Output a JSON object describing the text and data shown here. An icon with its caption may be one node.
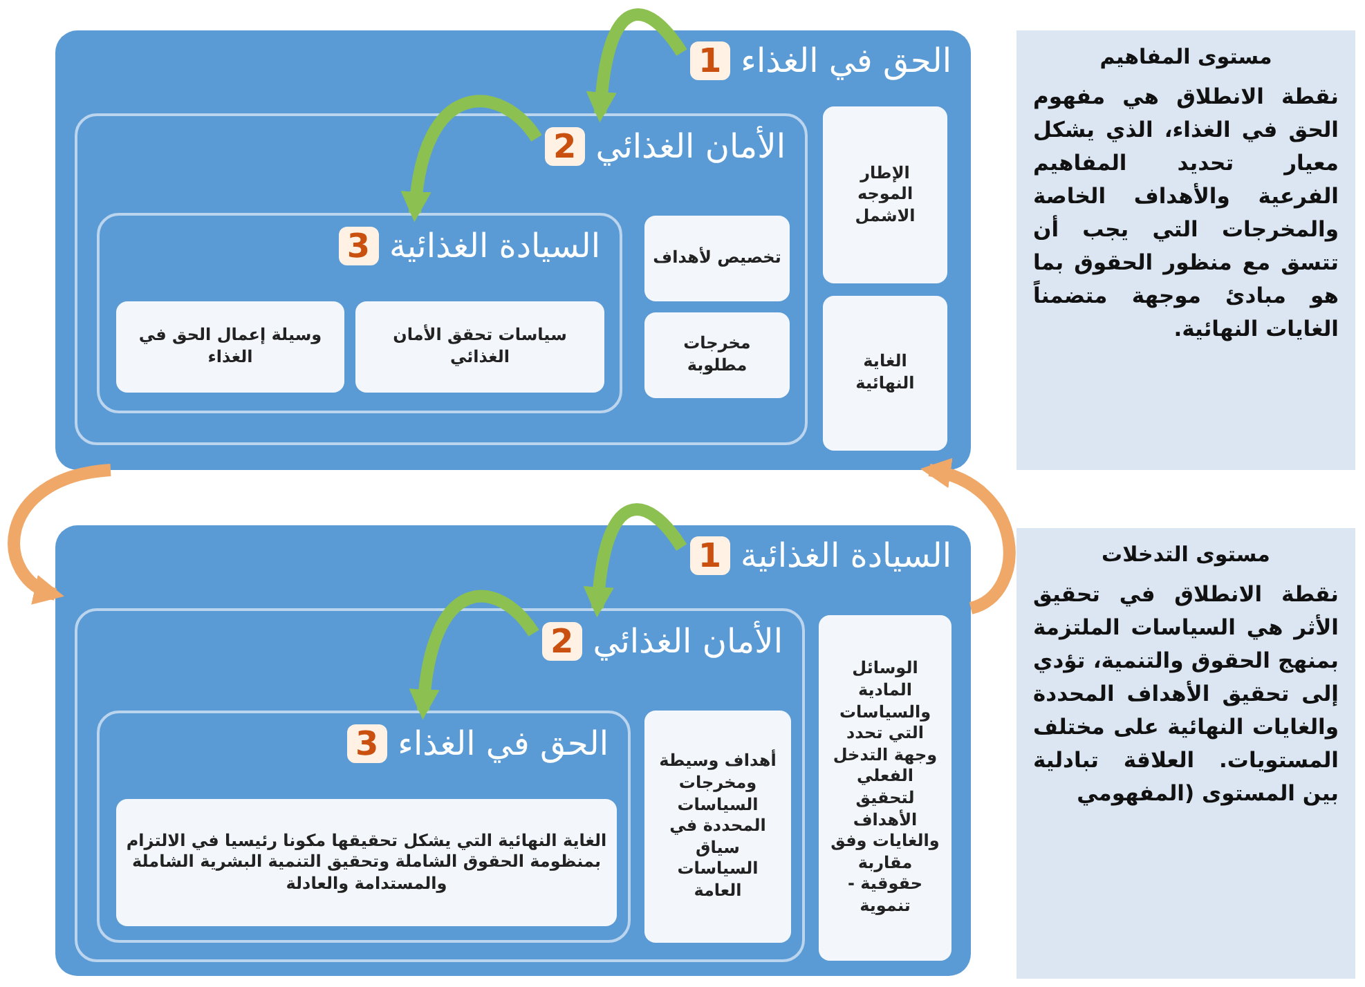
{
  "diagram": {
    "nodes": [
      {
        "text": [
          "الحق في الغذاء",
          "1"
        ]
      },
      {
        "text": [
          "الإطار الموجه الاشمل"
        ],
        "in": 0
      },
      {
        "text": [
          "الغاية النهائية"
        ],
        "in": 0
      },
      {
        "text": [
          "الأمان الغذائي",
          "2"
        ],
        "in": 0
      },
      {
        "text": [
          "تخصيص لأهداف"
        ],
        "in": 3
      },
      {
        "text": [
          "مخرجات مطلوبة"
        ],
        "in": 3
      },
      {
        "text": [
          "السيادة الغذائية",
          "3"
        ],
        "in": 3
      },
      {
        "text": [
          "سياسات تحقق الأمان الغذائي"
        ],
        "in": 6
      },
      {
        "text": [
          "وسيلة إعمال الحق في الغذاء"
        ],
        "in": 6
      },
      {
        "text": [
          "السيادة الغذائية",
          "1"
        ]
      },
      {
        "text": [
          "الوسائل المادية والسياسات التي تحدد وجهة التدخل الفعلي لتحقيق الأهداف والغايات وفق مقاربة حقوقية - تنموية"
        ],
        "in": 9
      },
      {
        "text": [
          "الأمان الغذائي",
          "2"
        ],
        "in": 9
      },
      {
        "text": [
          "أهداف وسيطة ومخرجات السياسات المحددة في سياق السياسات العامة"
        ],
        "in": 11
      },
      {
        "text": [
          "الحق في الغذاء",
          "3"
        ],
        "in": 11
      },
      {
        "text": [
          "الغاية النهائية التي يشكل تحقيقها مكونا رئيسيا في الالتزام بمنظومة الحقوق الشاملة وتحقيق التنمية البشرية الشاملة والمستدامة والعادلة"
        ],
        "in": 13
      },
      {
        "text": [
          "مستوى المفاهيم",
          "نقطة الانطلاق هي مفهوم الحق في الغذاء، الذي يشكل معيار تحديد المفاهيم الفرعية والأهداف الخاصة والمخرجات التي يجب أن تتسق مع منظور الحقوق بما هو مبادئ موجهة متضمناً الغايات النهائية."
        ]
      },
      {
        "text": [
          "مستوى التدخلات",
          "نقطة الانطلاق في تحقيق الأثر هي السياسات الملتزمة بمنهج الحقوق والتنمية، تؤدي إلى تحقيق الأهداف المحددة والغايات النهائية على مختلف المستويات. العلاقة تبادلية بين المستوى (المفهومي"
        ]
      }
    ],
    "edges": [
      {
        "from": 0,
        "to": 3,
        "arrow": "to"
      },
      {
        "from": 3,
        "to": 6,
        "arrow": "to"
      },
      {
        "from": 0,
        "to": 9,
        "arrow": "to",
        "color": "#f0a868"
      },
      {
        "from": 9,
        "to": 0,
        "arrow": "to",
        "color": "#f0a868"
      },
      {
        "from": 9,
        "to": 11,
        "arrow": "to"
      },
      {
        "from": 11,
        "to": 13,
        "arrow": "to"
      }
    ]
  }
}
